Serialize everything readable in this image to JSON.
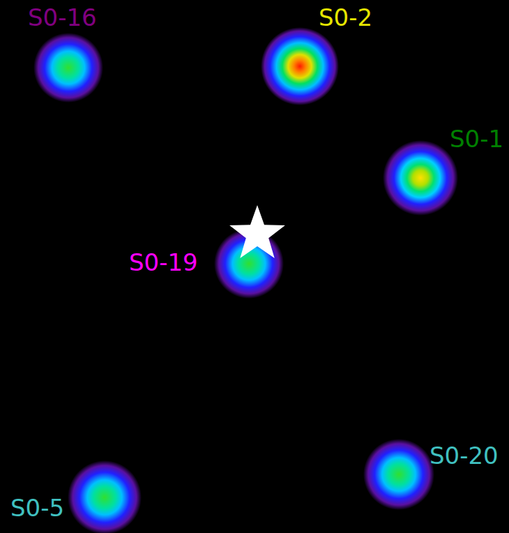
{
  "diagram": {
    "labels": [
      "S0-16",
      "S0-2",
      "S0-1",
      "S0-19",
      "S0-5",
      "S0-20"
    ]
  }
}
